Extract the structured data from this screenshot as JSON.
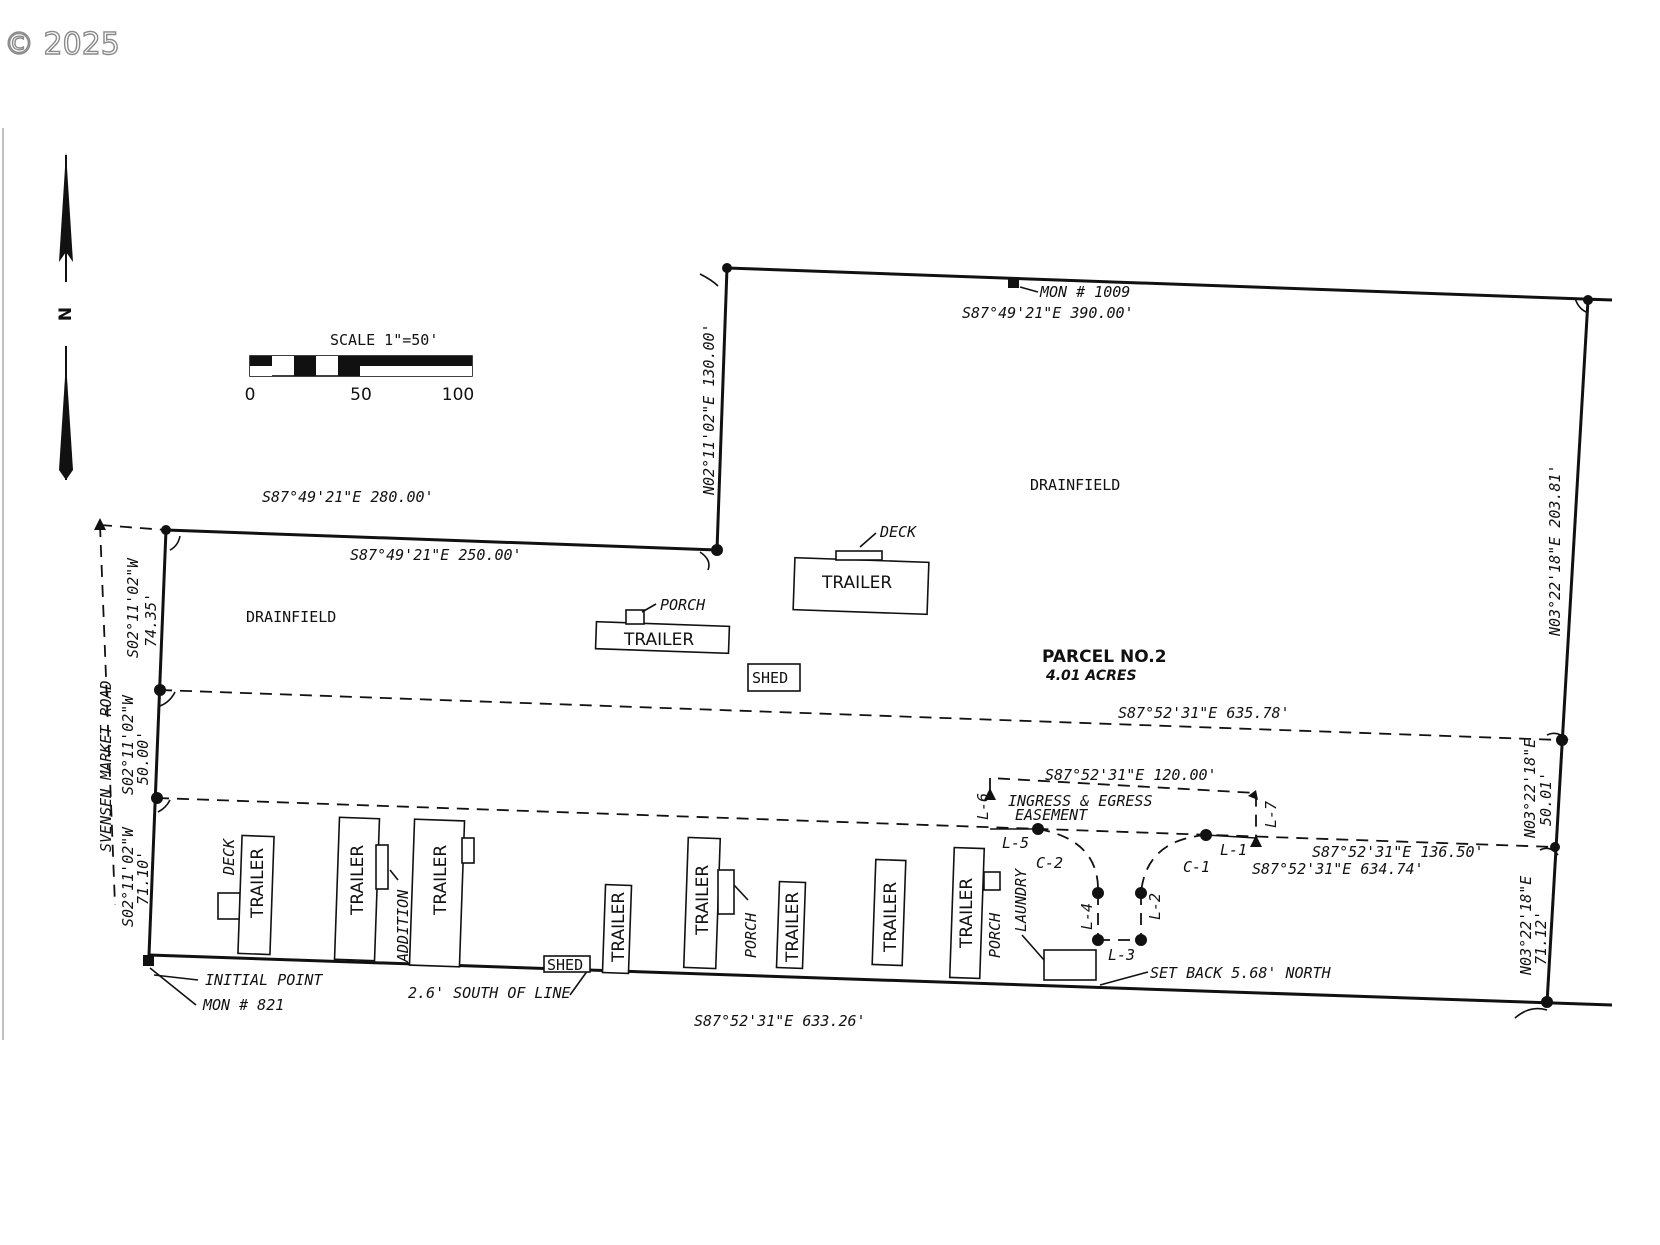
{
  "copyright": "© 2025",
  "north_arrow": {
    "letter": "N"
  },
  "scale": {
    "title": "SCALE 1\"=50'",
    "ticks": [
      "0",
      "50",
      "100"
    ]
  },
  "bearings": {
    "north_top": "S87°49'21\"E 390.00'",
    "mon_1009": "MON # 1009",
    "west_jog": "N02°11'02\"E 130.00'",
    "upper_left_top": "S87°49'21\"E 280.00'",
    "upper_left_inner": "S87°49'21\"E 250.00'",
    "east_upper": "N03°22'18\"E 203.81'",
    "west_top": "S02°11'02\"W",
    "west_top_dist": "74.35'",
    "west_mid": "S02°11'02\"W",
    "west_mid_dist": "50.00'",
    "west_bottom": "S02°11'02\"W",
    "west_bottom_dist": "71.10'",
    "road": "SVENSEN MARKET ROAD",
    "mid_line": "S87°52'31\"E 635.78'",
    "easement_top": "S87°52'31\"E 120.00'",
    "lower_line_east": "S87°52'31\"E 136.50'",
    "lower_line_main": "S87°52'31\"E 634.74'",
    "east_mid": "N03°22'18\"E",
    "east_mid_dist": "50.01'",
    "east_bottom": "N03°22'18\"E",
    "east_bottom_dist": "71.12'",
    "south_line": "S87°52'31\"E 633.26'"
  },
  "labels": {
    "drainfield_1": "DRAINFIELD",
    "drainfield_2": "DRAINFIELD",
    "parcel": "PARCEL NO.2",
    "acres": "4.01 ACRES",
    "initial_point": "INITIAL POINT",
    "mon_821": "MON # 821",
    "south_of_line": "2.6' SOUTH OF LINE",
    "set_back": "SET BACK 5.68' NORTH",
    "easement_1": "INGRESS & EGRESS",
    "easement_2": "EASEMENT",
    "deck_1": "DECK",
    "porch_1": "PORCH",
    "shed_1": "SHED",
    "shed_2": "SHED",
    "deck_2": "DECK",
    "addition": "ADDITION",
    "porch_2": "PORCH",
    "porch_3": "PORCH",
    "laundry": "LAUNDRY",
    "trailer_1": "TRAILER",
    "trailer_2": "TRAILER",
    "trailer_3": "TRAILER",
    "trailer_4": "TRAILER",
    "trailer_5": "TRAILER",
    "trailer_6": "TRAILER",
    "trailer_7": "TRAILER",
    "trailer_8": "TRAILER",
    "trailer_9": "TRAILER",
    "trailer_10": "TRAILER",
    "l1": "L-1",
    "l2": "L-2",
    "l3": "L-3",
    "l4": "L-4",
    "l5": "L-5",
    "l6": "L-6",
    "l7": "L-7",
    "c1": "C-1",
    "c2": "C-2"
  }
}
